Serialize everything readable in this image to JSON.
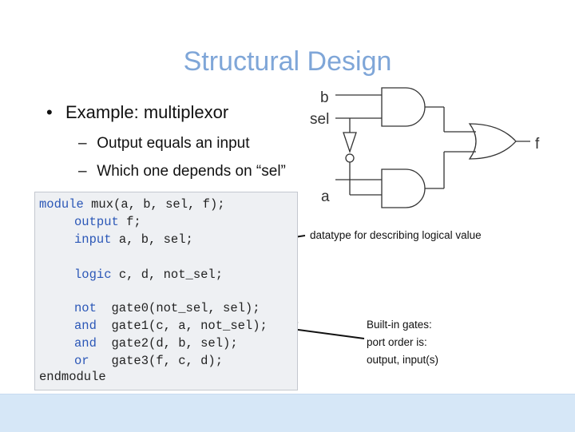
{
  "slide": {
    "title": "Structural Design",
    "bullet": "Example: multiplexor",
    "sub_bullets": [
      "Output equals an input",
      "Which one depends on “sel”"
    ]
  },
  "circuit": {
    "labels": {
      "b": "b",
      "sel": "sel",
      "a": "a",
      "f": "f"
    }
  },
  "code": {
    "l1_kw": "module",
    "l1_rest": " mux(a, b, sel, f);",
    "l2_kw": "output",
    "l2_rest": " f;",
    "l3_kw": "input",
    "l3_rest": " a, b, sel;",
    "l4_kw": "logic",
    "l4_rest": " c, d, not_sel;",
    "l5_kw": "not",
    "l5_rest": "  gate0(not_sel, sel);",
    "l6_kw": "and",
    "l6_rest": "  gate1(c, a, not_sel);",
    "l7_kw": "and",
    "l7_rest": "  gate2(d, b, sel);",
    "l8_kw": "or",
    "l8_rest": "   gate3(f, c, d);",
    "l9": "endmodule"
  },
  "annotations": {
    "datatype": "datatype for describing logical value",
    "gates_1": "Built-in gates:",
    "gates_2": "port order is:",
    "gates_3": "output, input(s)"
  }
}
